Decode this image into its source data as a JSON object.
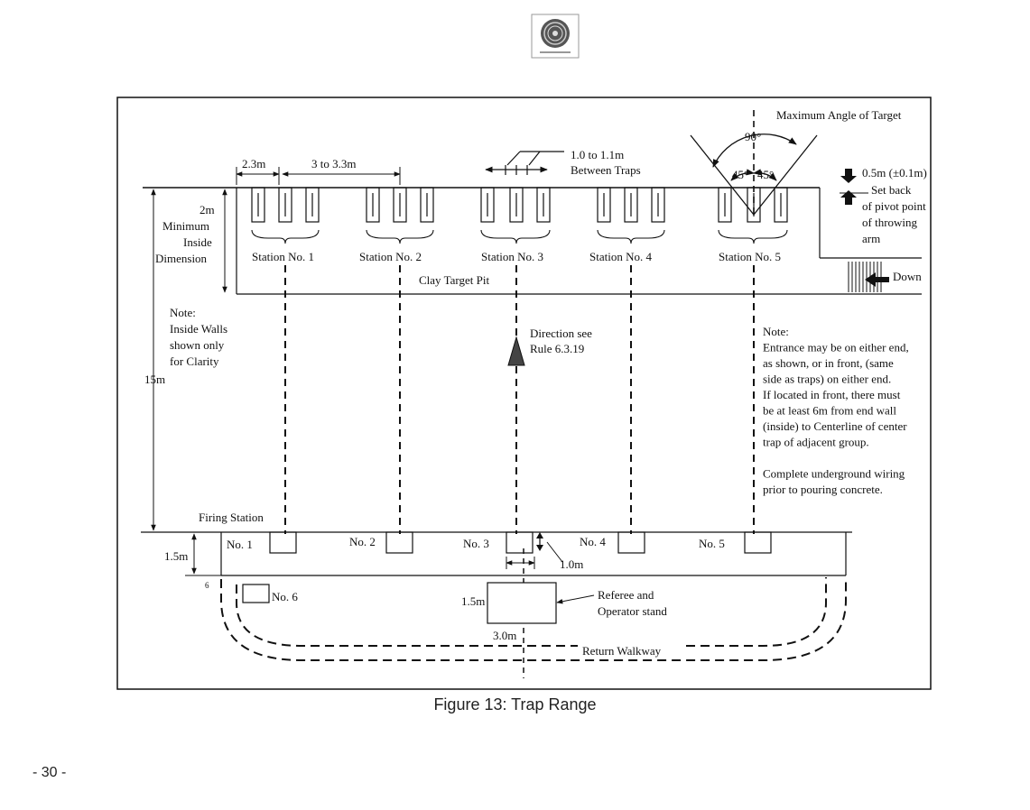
{
  "labels": {
    "max_angle": "Maximum Angle of Target",
    "angle_90": "90°",
    "angle_45_left": "45°",
    "angle_45_right": "45°",
    "dim_2_3m": "2.3m",
    "dim_3_to_3_3m": "3 to 3.3m",
    "dim_between_line1": "1.0 to 1.1m",
    "dim_between_line2": "Between Traps",
    "setback_line1": "0.5m (±0.1m)",
    "setback_line2": "Set back",
    "setback_line3": "of pivot point",
    "setback_line4": "of throwing",
    "setback_line5": "arm",
    "dim_2m_line1": "2m",
    "dim_2m_line2": "Minimum",
    "dim_2m_line3": "Inside",
    "dim_2m_line4": "Dimension",
    "clay_target_pit": "Clay Target Pit",
    "down": "Down",
    "note_walls_line1": "Note:",
    "note_walls_line2": "Inside Walls",
    "note_walls_line3": "shown only",
    "note_walls_line4": "for Clarity",
    "dim_15m": "15m",
    "direction_line1": "Direction see",
    "direction_line2": "Rule 6.3.19",
    "note_entrance_lines": [
      "Note:",
      "Entrance may be on either end,",
      "as shown, or in front, (same",
      "side as traps) on either end.",
      "If located in front, there must",
      "be at least 6m from end wall",
      "(inside) to Centerline of center",
      "trap of adjacent group.",
      "",
      "Complete underground wiring",
      "prior to pouring concrete."
    ],
    "firing_station": "Firing Station",
    "dim_1_5m_left": "1.5m",
    "dim_1_0m": "1.0m",
    "referee_line1": "Referee and",
    "referee_line2": "Operator stand",
    "dim_1_5m_stand": "1.5m",
    "dim_3_0m": "3.0m",
    "return_walkway": "Return Walkway",
    "small_6": "6"
  },
  "stations": [
    {
      "station_label": "Station No. 1",
      "firing_label": "No. 1"
    },
    {
      "station_label": "Station No. 2",
      "firing_label": "No. 2"
    },
    {
      "station_label": "Station No. 3",
      "firing_label": "No. 3"
    },
    {
      "station_label": "Station No. 4",
      "firing_label": "No. 4"
    },
    {
      "station_label": "Station No. 5",
      "firing_label": "No. 5"
    }
  ],
  "station_6_label": "No. 6",
  "caption": "Figure 13: Trap Range",
  "page_number": "- 30 -"
}
